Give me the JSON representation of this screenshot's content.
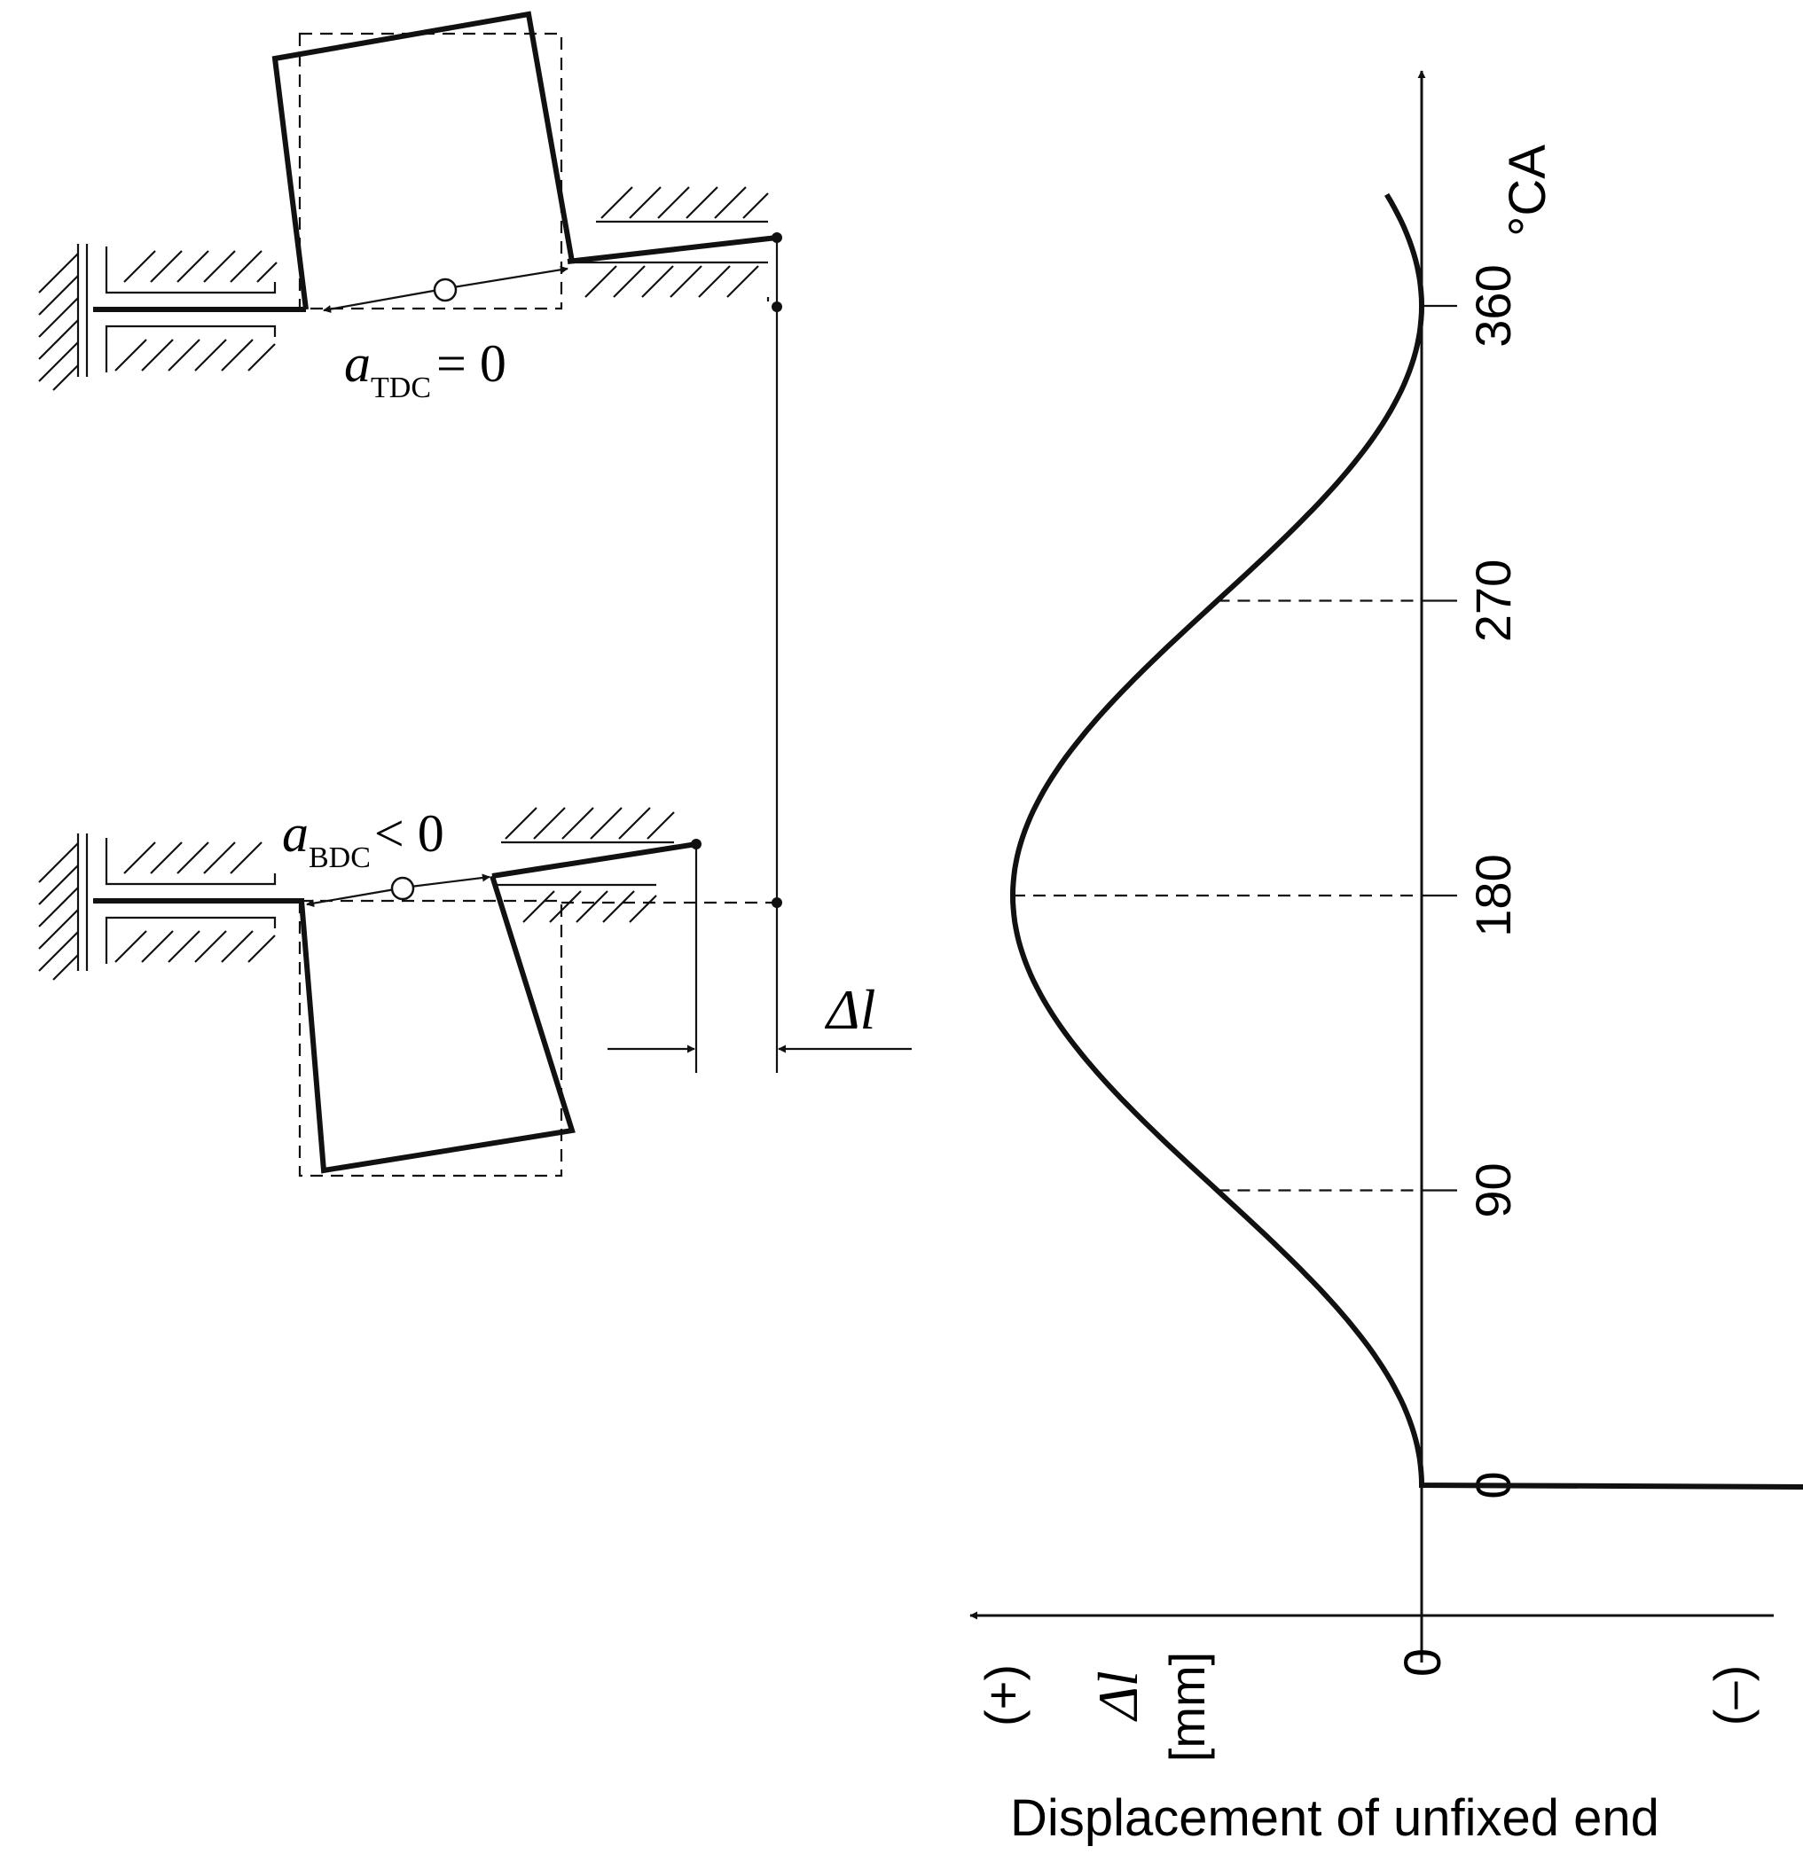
{
  "diagram": {
    "tdc_label": {
      "base": "a",
      "sub": "TDC",
      "rel": "= 0"
    },
    "bdc_label": {
      "base": "a",
      "sub": "BDC",
      "rel": "< 0"
    },
    "delta_l_label": "Δl"
  },
  "chart_data": {
    "type": "line",
    "x_axis": {
      "label": "°CA",
      "ticks": [
        "0",
        "90",
        "180",
        "270",
        "360"
      ],
      "range": [
        -30,
        420
      ]
    },
    "y_axis": {
      "title": "Displacement of unfixed end",
      "quantity": "Δl",
      "unit": "[mm]",
      "sign_plus": "(+)",
      "sign_minus": "(–)",
      "zero_label": "0"
    },
    "curve": {
      "shape": "1 - cos(x)",
      "peak_at_deg": 180
    },
    "guide_lines_deg": [
      90,
      180,
      270
    ]
  }
}
